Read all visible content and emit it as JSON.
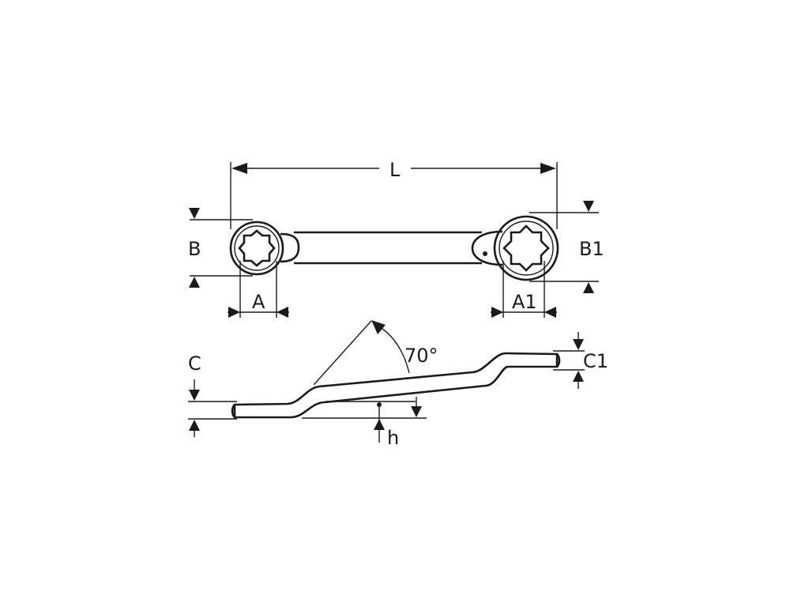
{
  "labels": {
    "L": "L",
    "A": "A",
    "A1": "A1",
    "B": "B",
    "B1": "B1",
    "C": "C",
    "C1": "C1",
    "h": "h",
    "angle": "70°"
  },
  "colors": {
    "ink": "#1a1a1a",
    "background": "#ffffff"
  }
}
